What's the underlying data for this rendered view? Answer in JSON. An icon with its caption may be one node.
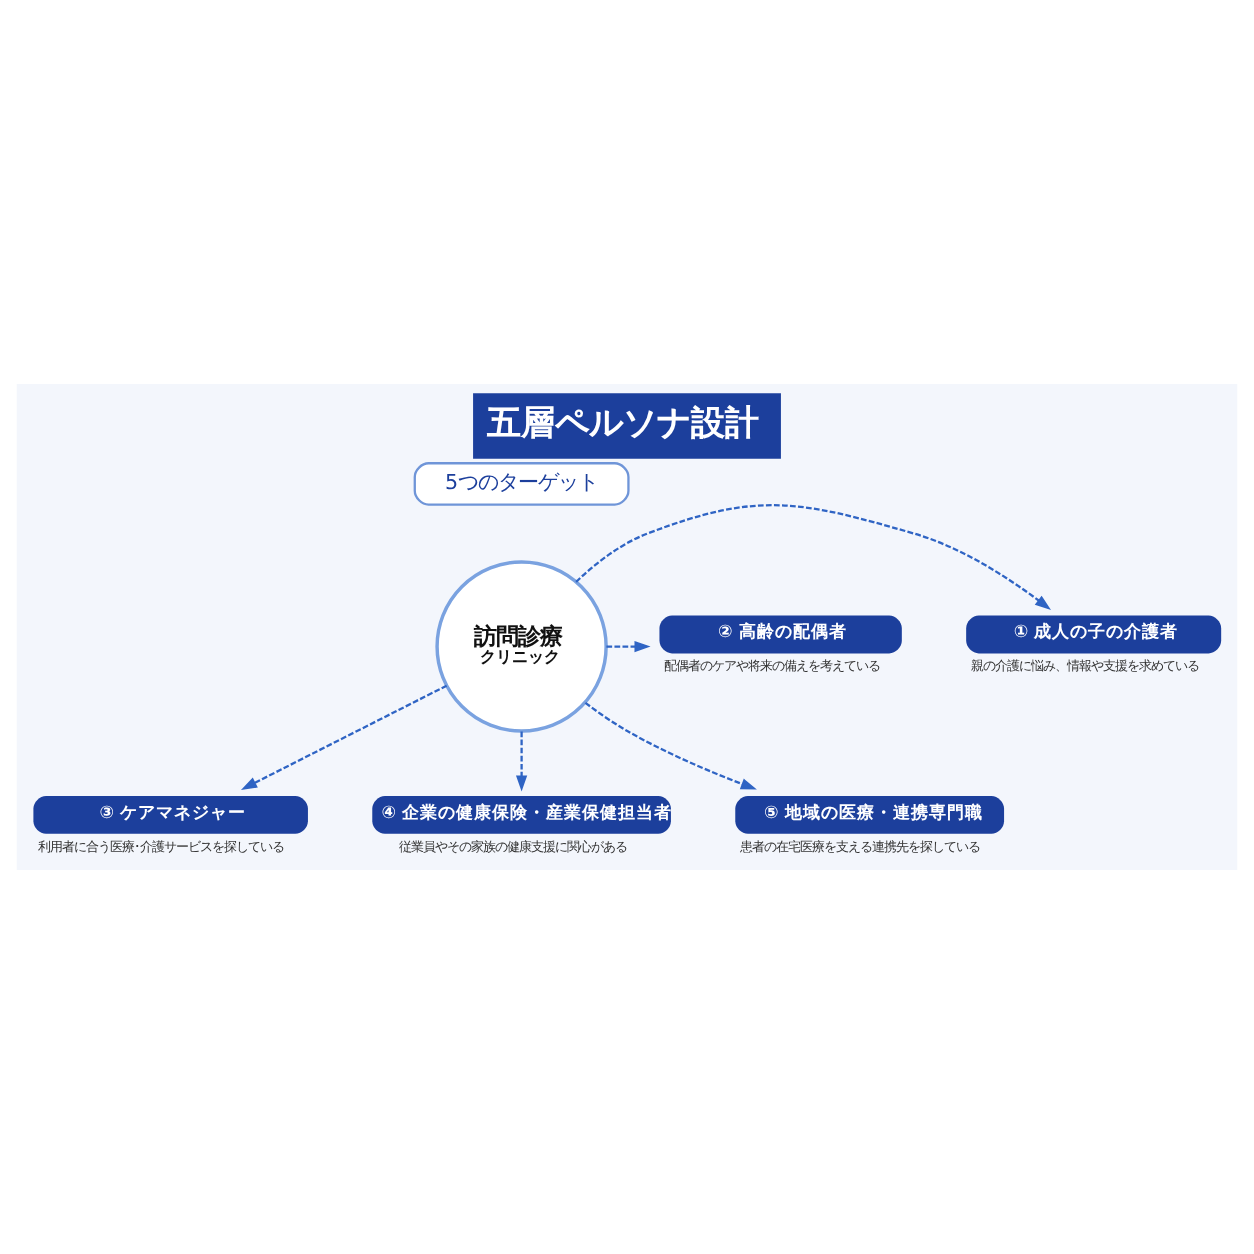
{
  "diagram": {
    "title": "五層ペルソナ設計",
    "nodes": [
      {
        "text": [
          "5つのターゲット"
        ]
      },
      {
        "text": [
          "① 成人の子の介護者"
        ],
        "beside": [
          "親の介護に悩み、情報や支援を求めている"
        ]
      },
      {
        "text": [
          "訪問診療",
          "クリニック"
        ]
      },
      {
        "text": [
          "② 高齢の配偶者"
        ],
        "beside": [
          "配偶者のケアや将来の備えを考えている"
        ]
      },
      {
        "text": [
          "③ ケアマネジャー"
        ],
        "beside": [
          "利用者に合う医療･介護サービスを探している"
        ]
      },
      {
        "text": [
          "④ 企業の健康保険・産業保健担当者"
        ],
        "beside": [
          "従業員やその家族の健康支援に関心がある"
        ]
      },
      {
        "text": [
          "⑤ 地域の医療・連携専門職"
        ],
        "beside": [
          "患者の在宅医療を支える連携先を探している"
        ]
      }
    ],
    "edges": [
      {
        "from": 2,
        "to": 1,
        "arrow": "to",
        "style": "dashed"
      },
      {
        "from": 2,
        "to": 3,
        "arrow": "to",
        "style": "dashed"
      },
      {
        "from": 2,
        "to": 4,
        "arrow": "to",
        "style": "dashed"
      },
      {
        "from": 2,
        "to": 5,
        "arrow": "to",
        "style": "dashed"
      },
      {
        "from": 2,
        "to": 6,
        "arrow": "to",
        "style": "dashed"
      }
    ]
  }
}
